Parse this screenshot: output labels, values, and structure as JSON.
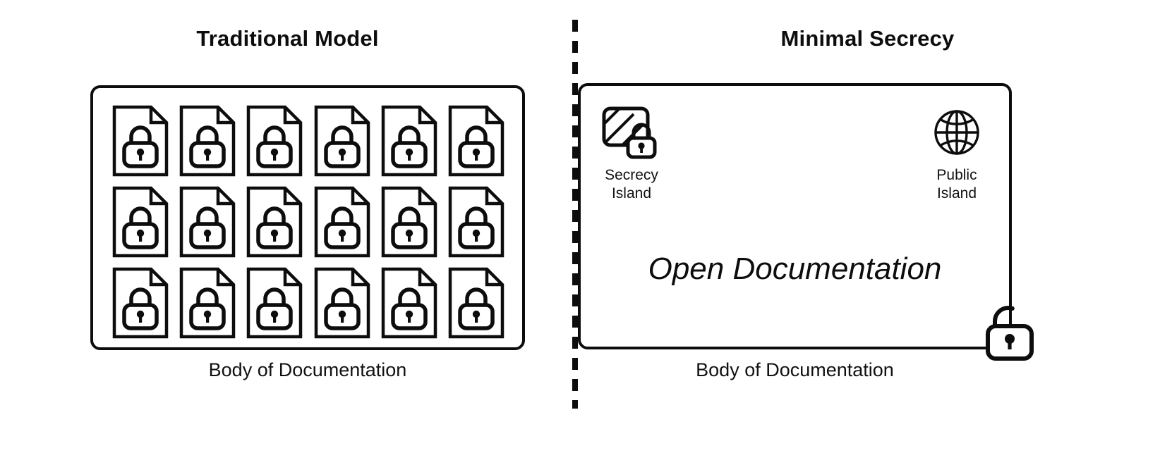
{
  "diagram": {
    "type": "concept-comparison",
    "panels": [
      {
        "id": "traditional",
        "title": "Traditional Model",
        "caption": "Body of Documentation",
        "content_kind": "locked-document-grid",
        "grid": {
          "columns": 6,
          "rows": 3,
          "total_documents": 18
        },
        "document_icon": "document-locked-icon"
      },
      {
        "id": "minimal-secrecy",
        "title": "Minimal Secrecy",
        "caption": "Body of Documentation",
        "content_kind": "open-body-with-islands",
        "headline": "Open Documentation",
        "islands": [
          {
            "id": "secrecy",
            "icon": "secrecy-island-icon",
            "label_line1": "Secrecy",
            "label_line2": "Island"
          },
          {
            "id": "public",
            "icon": "globe-icon",
            "label_line1": "Public",
            "label_line2": "Island"
          }
        ],
        "corner_marker": {
          "icon": "open-padlock-icon",
          "position": "bottom-right"
        }
      }
    ],
    "divider": {
      "style": "dashed-vertical"
    },
    "colors": {
      "ink": "#0d0d0d",
      "background": "#ffffff",
      "text": "#111111"
    }
  }
}
